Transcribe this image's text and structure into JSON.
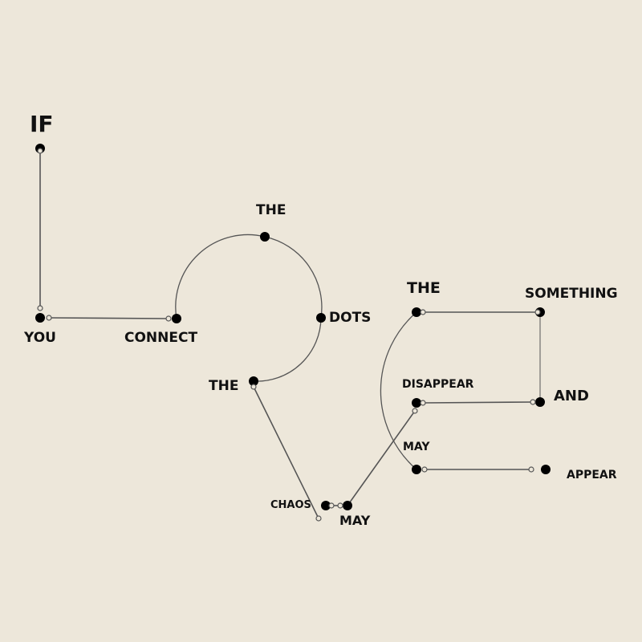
{
  "words": {
    "if": "IF",
    "you": "YOU",
    "connect": "CONNECT",
    "the_1": "THE",
    "dots": "DOTS",
    "the_2": "THE",
    "chaos": "CHAOS",
    "may_1": "MAY",
    "may_2": "MAY",
    "the_3": "THE",
    "disappear": "DISAPPEAR",
    "something": "SOMETHING",
    "and": "AND",
    "appear": "APPEAR"
  },
  "colors": {
    "background": "#ede7da",
    "line": "#555555",
    "node": "#000000",
    "text": "#111111"
  }
}
